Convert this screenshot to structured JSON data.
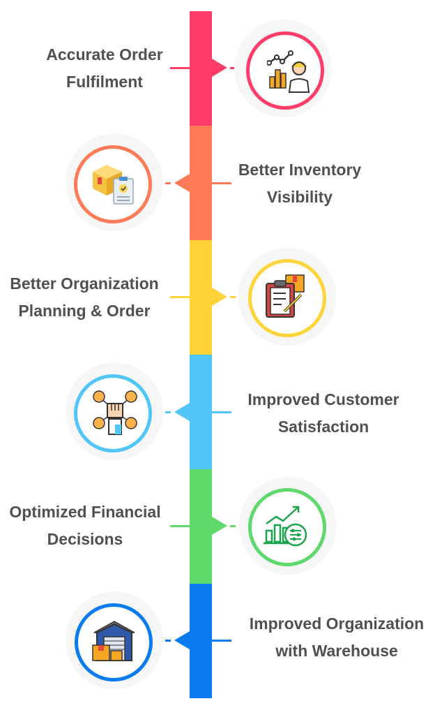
{
  "steps": [
    {
      "line1": "Accurate Order",
      "line2": "Fulfilment",
      "color": "#ff3d68",
      "icon": "analyst-with-chart-icon"
    },
    {
      "line1": "Better Inventory",
      "line2": "Visibility",
      "color": "#ff7b57",
      "icon": "box-and-clipboard-icon"
    },
    {
      "line1": "Better Organization",
      "line2": "Planning & Order",
      "color": "#ffd43b",
      "icon": "checklist-clipboard-icon"
    },
    {
      "line1": "Improved Customer",
      "line2": "Satisfaction",
      "color": "#52c6fb",
      "icon": "customer-feedback-icon"
    },
    {
      "line1": "Optimized Financial",
      "line2": "Decisions",
      "color": "#5fd86c",
      "icon": "financial-growth-icon"
    },
    {
      "line1": "Improved Organization",
      "line2": "with Warehouse",
      "color": "#0a7cf0",
      "icon": "warehouse-icon"
    }
  ]
}
